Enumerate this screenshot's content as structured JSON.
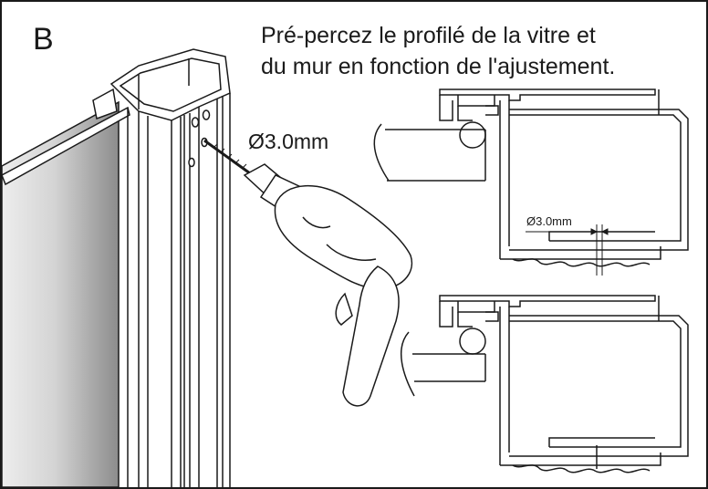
{
  "step": {
    "letter": "B"
  },
  "instruction": {
    "line1": "Pré-percez le profilé de la vitre et",
    "line2": "du mur en fonction de l'ajustement."
  },
  "labels": {
    "drill_diameter": "Ø3.0mm",
    "detail_diameter": "Ø3.0mm"
  },
  "colors": {
    "ink": "#1a1a1a",
    "glass_light": "#f2f2f2",
    "glass_dark": "#8a8a8a"
  }
}
